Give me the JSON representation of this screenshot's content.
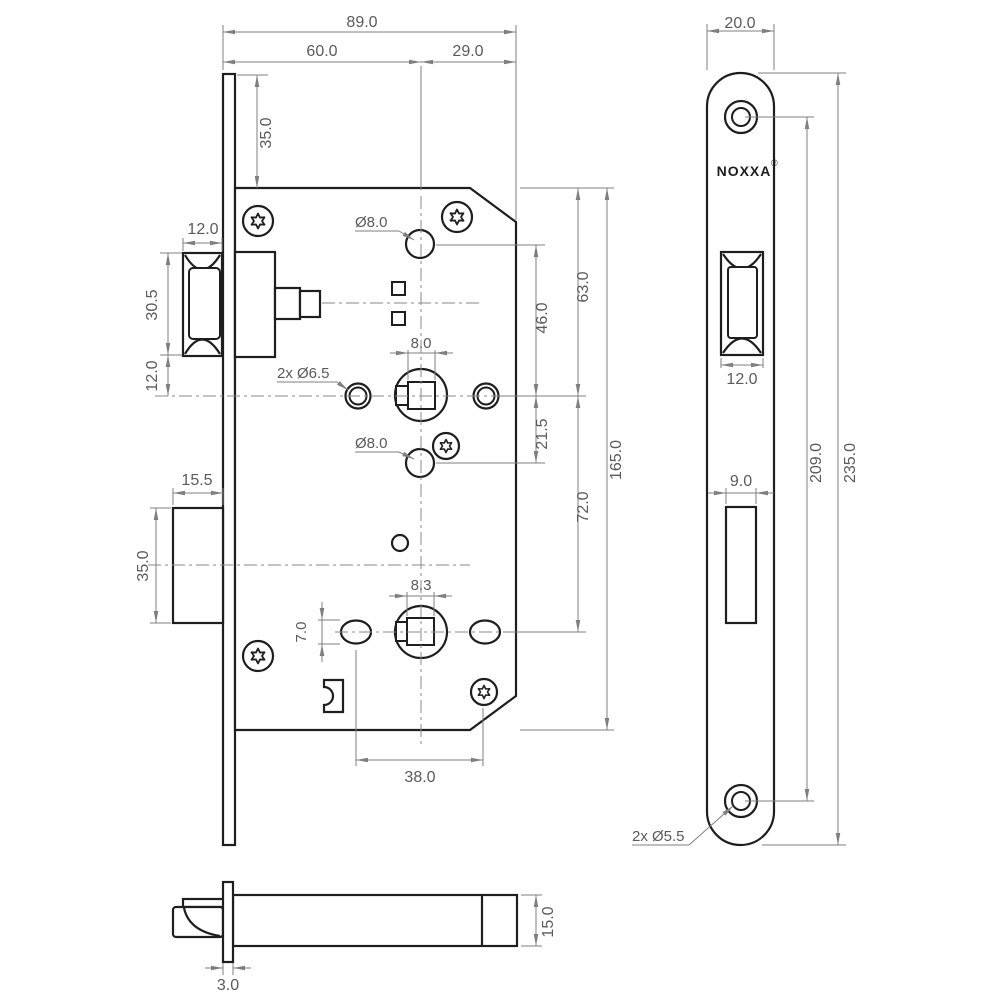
{
  "drawing": {
    "colors": {
      "line": "#1e1e1e",
      "dimension": "#7f7f7f",
      "text": "#5a5a5a",
      "background": "#ffffff"
    },
    "front_view": {
      "overall_width": "89.0",
      "backset": "60.0",
      "center_to_edge": "29.0",
      "plate_top_to_body": "35.0",
      "latch_width": "12.0",
      "latch_height": "30.5",
      "latch_to_centerline": "12.0",
      "top_hole_dia": "Ø8.0",
      "fixing_holes": "2x Ø6.5",
      "follower_square": "8.0",
      "hole_to_centerline": "46.0",
      "body_top_to_centerline": "63.0",
      "centerline_to_hole": "21.5",
      "body_height": "165.0",
      "centerline_to_wc_follower": "72.0",
      "bottom_hole_dia": "Ø8.0",
      "deadbolt_throw": "15.5",
      "deadbolt_height": "35.0",
      "wc_follower_square": "8.3",
      "slot_height": "7.0",
      "slot_spacing": "38.0"
    },
    "faceplate_view": {
      "width": "20.0",
      "brand": "NOXXA",
      "registered": "®",
      "latch_cutout_width": "12.0",
      "deadbolt_cutout_width": "9.0",
      "hole_spacing": "209.0",
      "length": "235.0",
      "mount_holes": "2x Ø5.5"
    },
    "side_view": {
      "latch_height": "15.0",
      "plate_thickness": "3.0"
    }
  }
}
